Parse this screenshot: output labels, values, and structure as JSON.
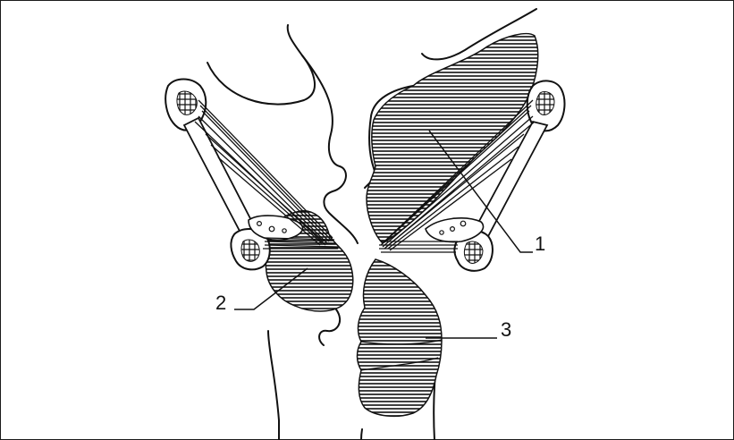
{
  "figure": {
    "labels": [
      {
        "id": "label-1",
        "text": "1"
      },
      {
        "id": "label-2",
        "text": "2"
      },
      {
        "id": "label-3",
        "text": "3"
      }
    ]
  },
  "colors": {
    "ink": "#111111",
    "paper": "#ffffff"
  }
}
